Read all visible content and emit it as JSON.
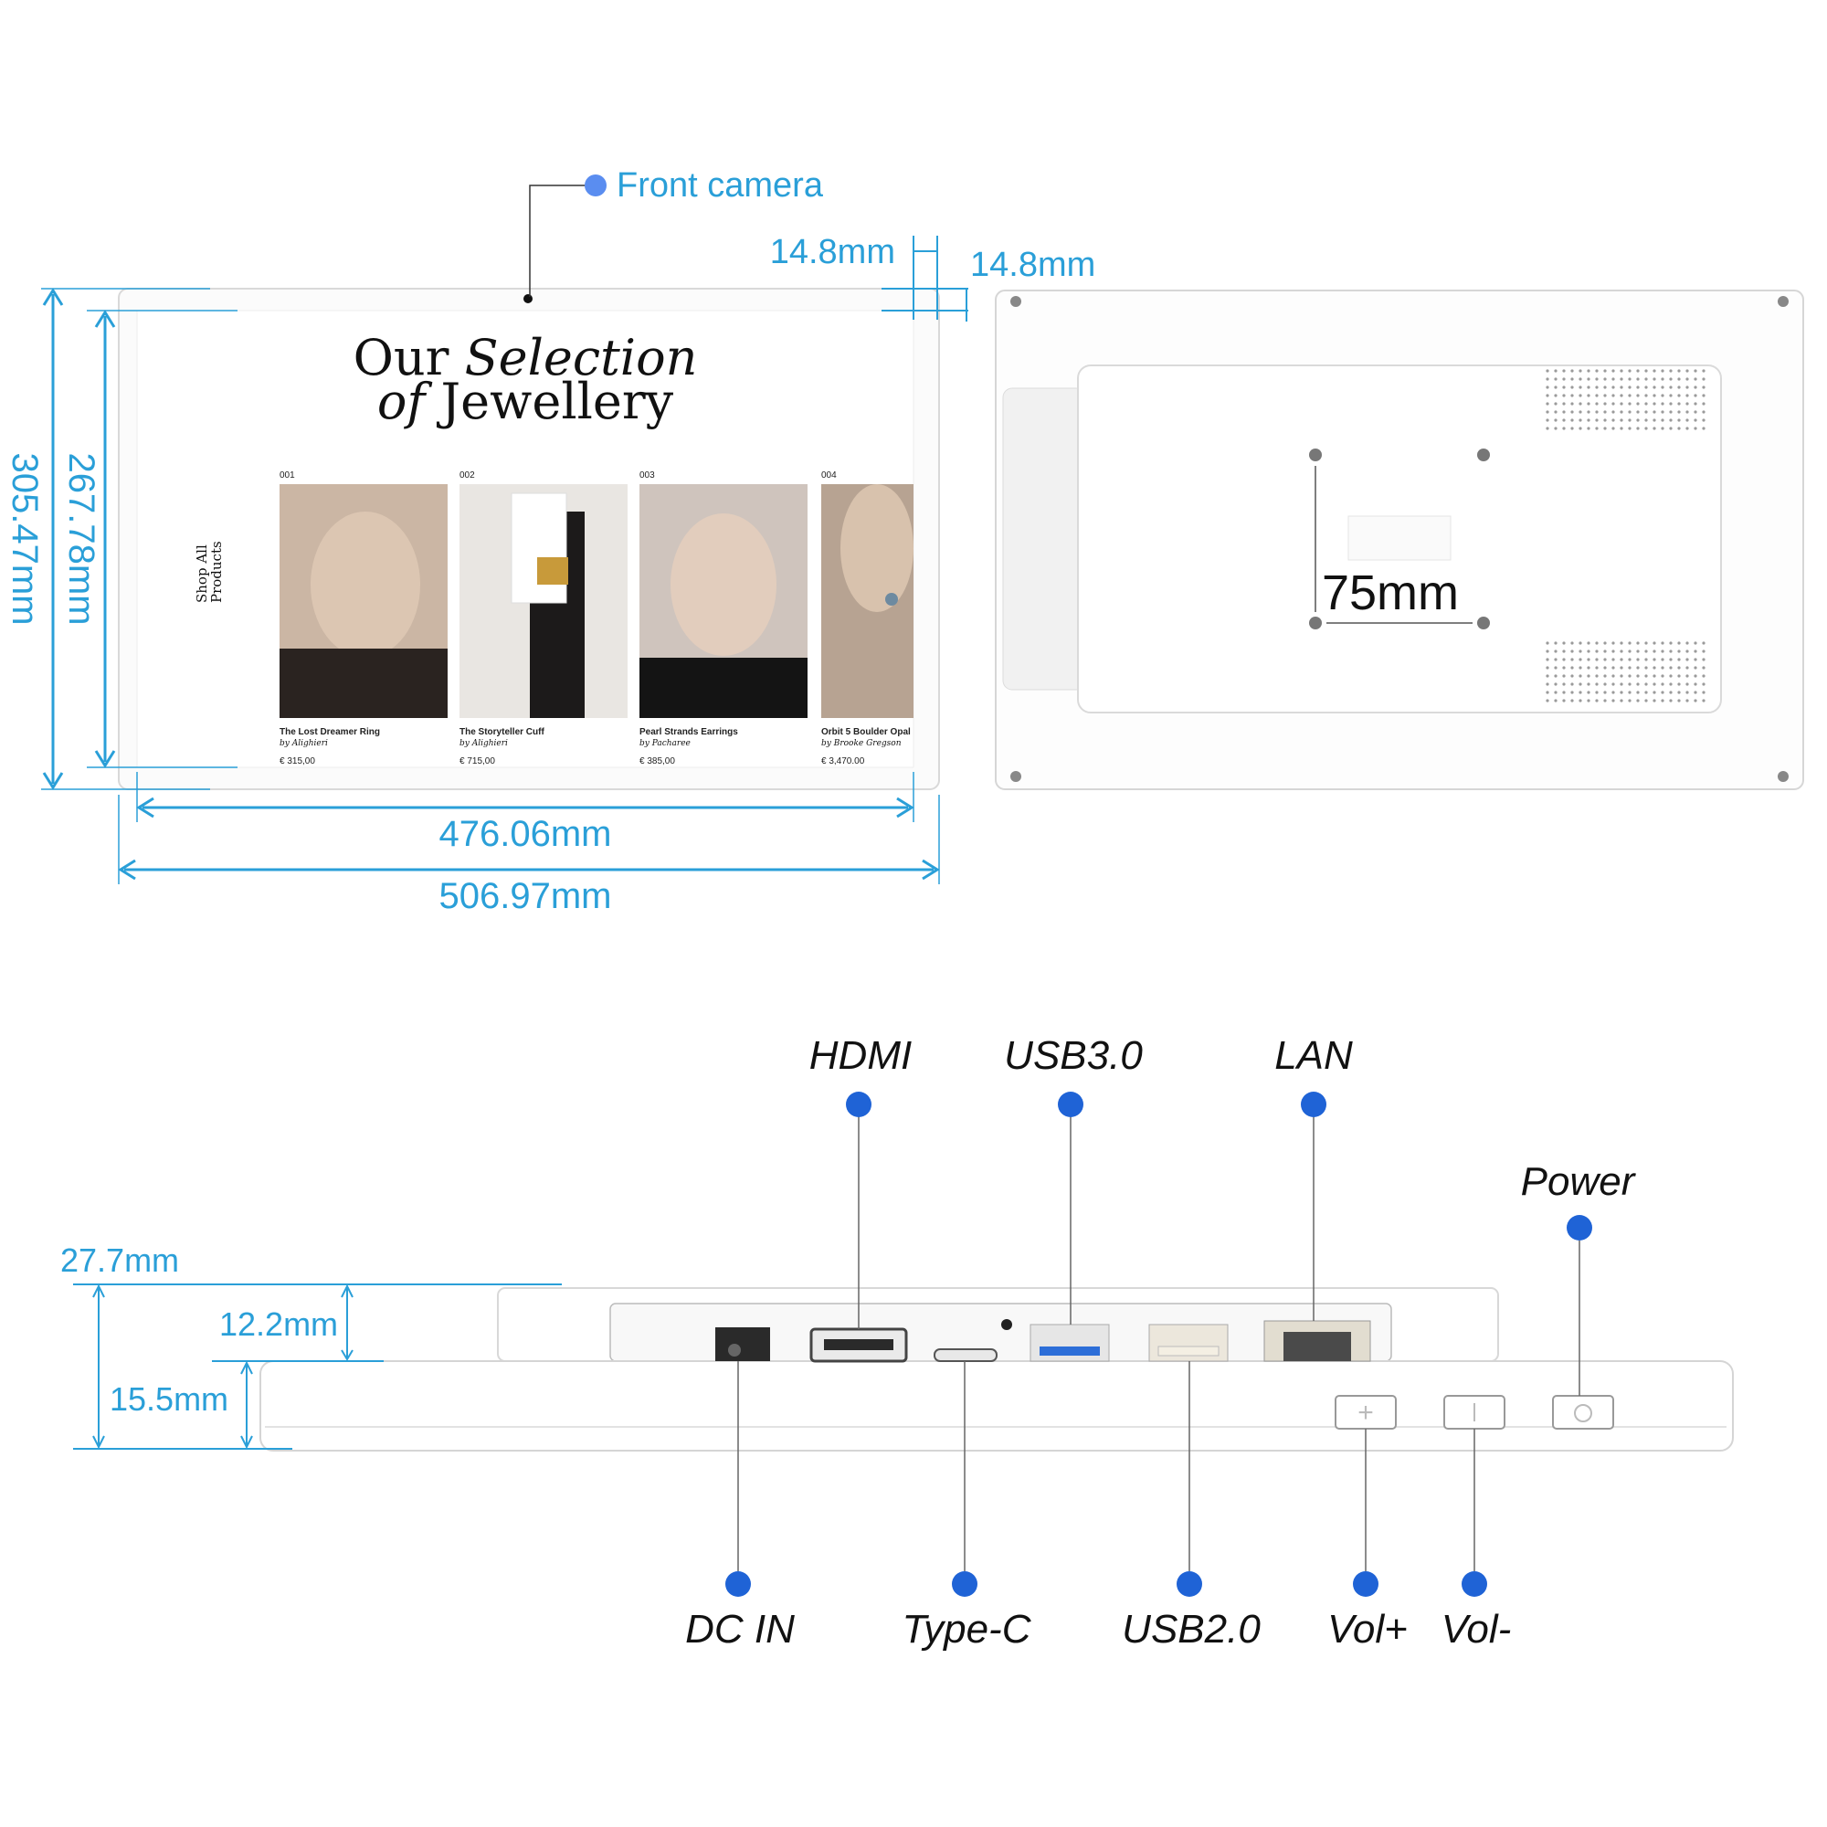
{
  "front": {
    "camera_label": "Front camera",
    "bezel_x": "14.8mm",
    "bezel_y": "14.8mm",
    "outer_height": "305.47mm",
    "inner_height": "267.78mm",
    "inner_width": "476.06mm",
    "outer_width": "506.97mm"
  },
  "screen": {
    "title_1a": "Our",
    "title_1b": "Selection",
    "title_2a": "of",
    "title_2b": "Jewellery",
    "side_link_1": "Shop All",
    "side_link_2": "Products",
    "products": [
      {
        "num": "001",
        "name": "The Lost Dreamer Ring",
        "by": "by Alighieri",
        "price": "€ 315,00"
      },
      {
        "num": "002",
        "name": "The Storyteller Cuff",
        "by": "by Alighieri",
        "price": "€ 715,00"
      },
      {
        "num": "003",
        "name": "Pearl Strands Earrings",
        "by": "by Pacharee",
        "price": "€ 385,00"
      },
      {
        "num": "004",
        "name": "Orbit 5 Boulder Opal",
        "by": "by Brooke Gregson",
        "price": "€ 3,470.00"
      }
    ]
  },
  "back": {
    "vesa": "75mm"
  },
  "side": {
    "total_depth": "27.7mm",
    "back_depth": "12.2mm",
    "front_depth": "15.5mm",
    "top_ports": [
      "HDMI",
      "USB3.0",
      "LAN",
      "Power"
    ],
    "bottom_ports": [
      "DC IN",
      "Type-C",
      "USB2.0",
      "Vol+",
      "Vol-"
    ]
  },
  "colors": {
    "dimension": "#2a9fd8",
    "callout_dot": "#1f63d6",
    "camera_dot": "#5a8df0"
  }
}
